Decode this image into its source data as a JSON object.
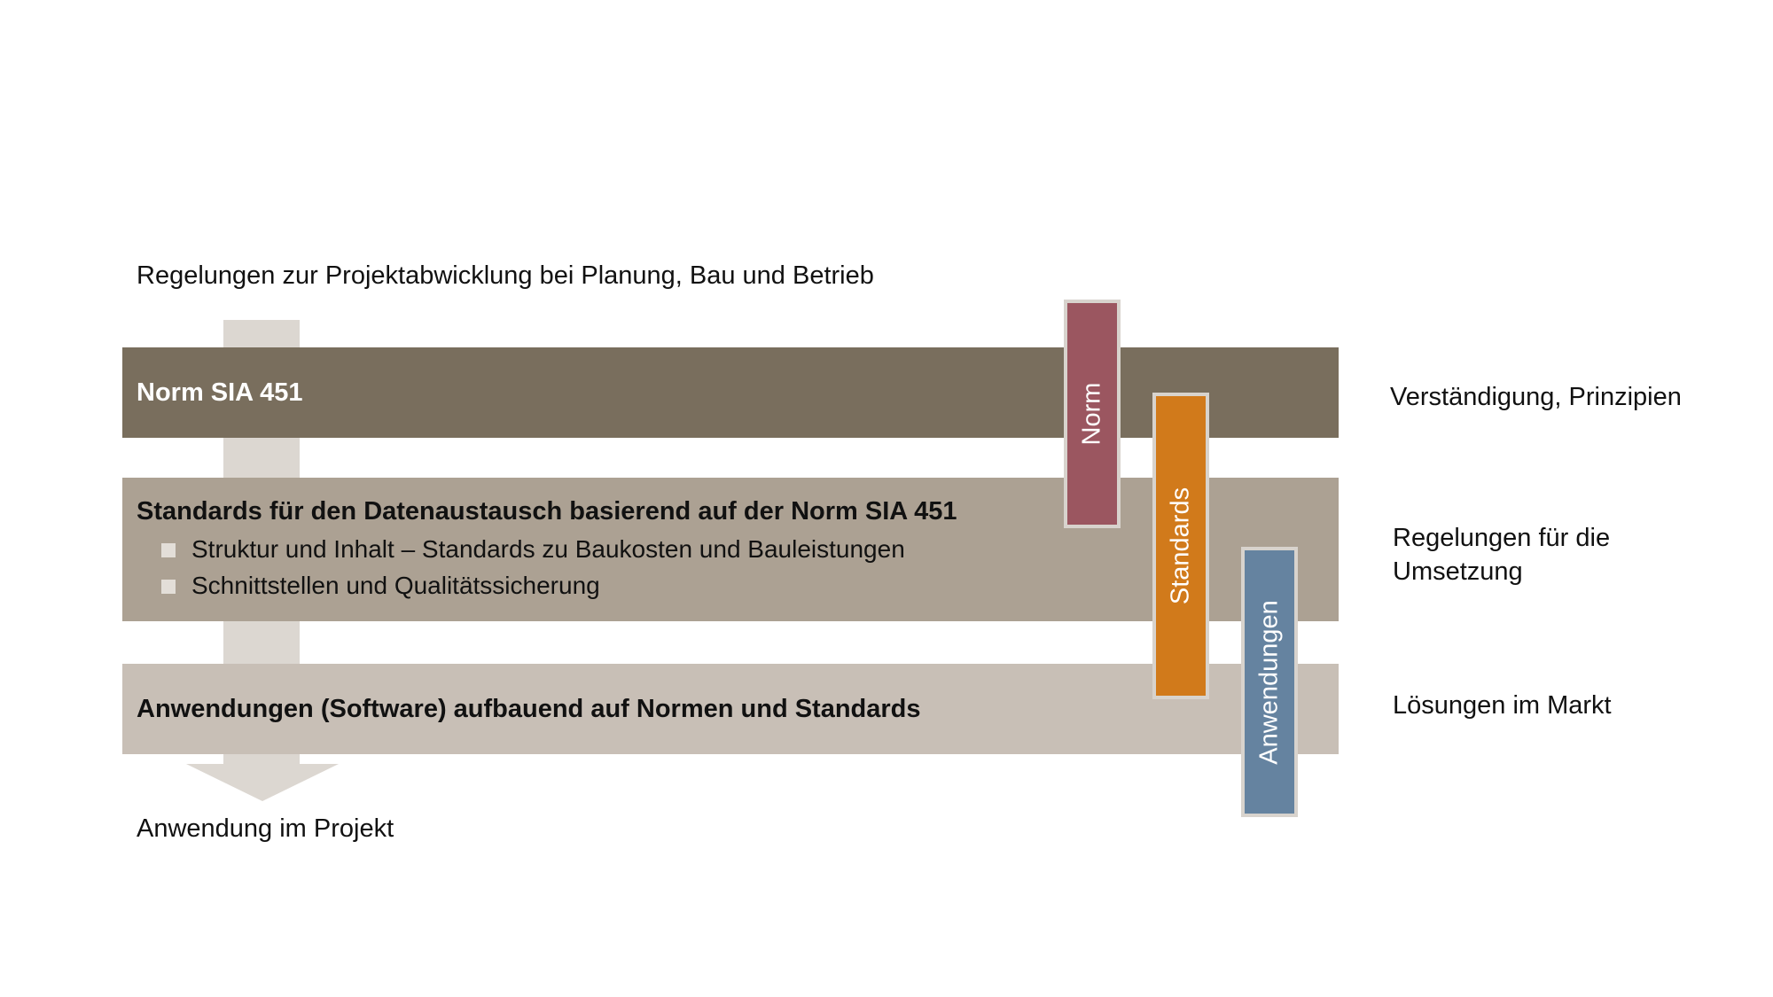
{
  "top_label": "Regelungen zur Projektabwicklung bei Planung, Bau und Betrieb",
  "bottom_label": "Anwendung im Projekt",
  "bands": {
    "norm": {
      "title": "Norm SIA 451"
    },
    "standards": {
      "title": "Standards für den Datenaustausch basierend auf der Norm SIA 451",
      "bullets": [
        "Struktur und Inhalt – Standards zu Baukosten und Bauleistungen",
        "Schnittstellen und Qualitätssicherung"
      ]
    },
    "applications": {
      "title": "Anwendungen (Software) aufbauend auf Normen und Standards"
    }
  },
  "vertical_tags": {
    "norm": "Norm",
    "standards": "Standards",
    "applications": "Anwendungen"
  },
  "right_labels": {
    "norm": "Verständigung, Prinzipien",
    "standards": "Regelungen für die Umsetzung",
    "applications": "Lösungen im Markt"
  },
  "colors": {
    "band_norm": "#796e5d",
    "band_standards": "#aca193",
    "band_applications": "#c8bfb6",
    "arrow": "#dcd7d1",
    "bullet_square": "#e3ded8",
    "tag_norm": "#9b5660",
    "tag_standards": "#d17a1b",
    "tag_applications": "#6583a0"
  }
}
